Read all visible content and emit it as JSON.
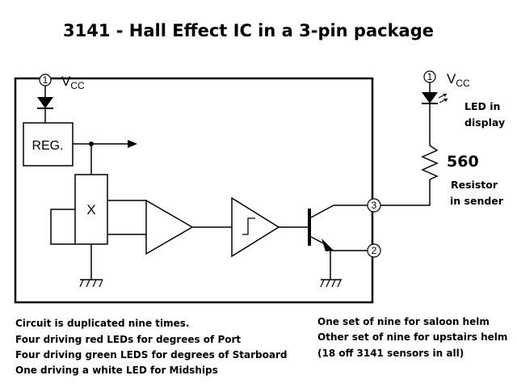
{
  "title": "3141 - Hall Effect IC in a 3-pin package",
  "vcc": {
    "main": "V",
    "sub": "CC"
  },
  "pins": {
    "vcc": "1",
    "output": "3",
    "ground": "2"
  },
  "internal": {
    "regulator_label": "REG.",
    "hall_element_label": "X"
  },
  "external": {
    "led_label_line1": "LED in",
    "led_label_line2": "display",
    "resistor_value": "560",
    "resistor_label_line1": "Resistor",
    "resistor_label_line2": "in sender"
  },
  "notes_left": [
    "Circuit is duplicated nine times.",
    "Four driving red LEDs for degrees of Port",
    "Four driving green LEDS for degrees of Starboard",
    "One driving a white LED for Midships"
  ],
  "notes_right": [
    "One set of nine for saloon helm",
    "Other set of nine for upstairs helm",
    "(18 off 3141 sensors in all)"
  ]
}
